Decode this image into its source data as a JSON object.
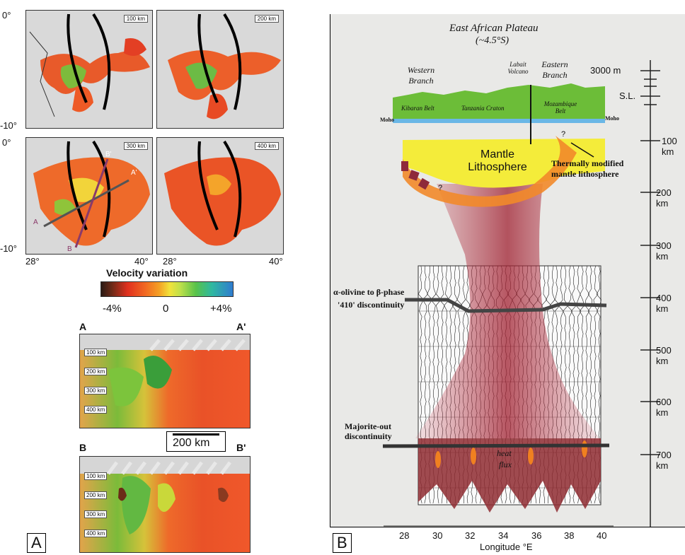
{
  "panel_a": {
    "letter": "A",
    "lat_labels": [
      "0°",
      "-10°",
      "0°",
      "-10°"
    ],
    "lon_labels": [
      "28°",
      "40°",
      "28°",
      "40°"
    ],
    "map_depths": [
      "100 km",
      "200 km",
      "300 km",
      "400 km"
    ],
    "profile_points": [
      "A",
      "A'",
      "B",
      "B'"
    ],
    "colorbar": {
      "title": "Velocity variation",
      "ticks": [
        "-4%",
        "0",
        "+4%"
      ]
    },
    "section_ab": {
      "start": "A",
      "end": "A'",
      "depths": [
        "100 km",
        "200 km",
        "300 km",
        "400 km"
      ]
    },
    "section_bb": {
      "start": "B",
      "end": "B'",
      "depths": [
        "100 km",
        "200 km",
        "300 km",
        "400 km"
      ]
    },
    "scale_bar": "200 km"
  },
  "panel_b": {
    "letter": "B",
    "title": "East African Plateau",
    "subtitle": "(~4.5°S)",
    "western_branch": "Western Branch",
    "eastern_branch": "Eastern Branch",
    "volcano": "Labait Volcano",
    "belts": [
      "Kibaran Belt",
      "Tanzania Craton",
      "Mozambique Belt"
    ],
    "moho": "Moho",
    "mantle_lithosphere": "Mantle Lithosphere",
    "thermal_label": "Thermally modified mantle lithosphere",
    "discontinuity_410": [
      "α-olivine to β-phase",
      "'410' discontinuity"
    ],
    "majorite": [
      "Majorite-out",
      "discontinuity"
    ],
    "heat_flux": [
      "heat",
      "flux"
    ],
    "elevation_labels": [
      "3000 m",
      "S.L."
    ],
    "depth_ticks": [
      "100 km",
      "200 km",
      "300 km",
      "400 km",
      "500 km",
      "600 km",
      "700 km"
    ],
    "longitude_ticks": [
      "28",
      "30",
      "32",
      "34",
      "36",
      "38",
      "40"
    ],
    "x_axis_label": "Longitude °E",
    "question_mark": "?"
  }
}
